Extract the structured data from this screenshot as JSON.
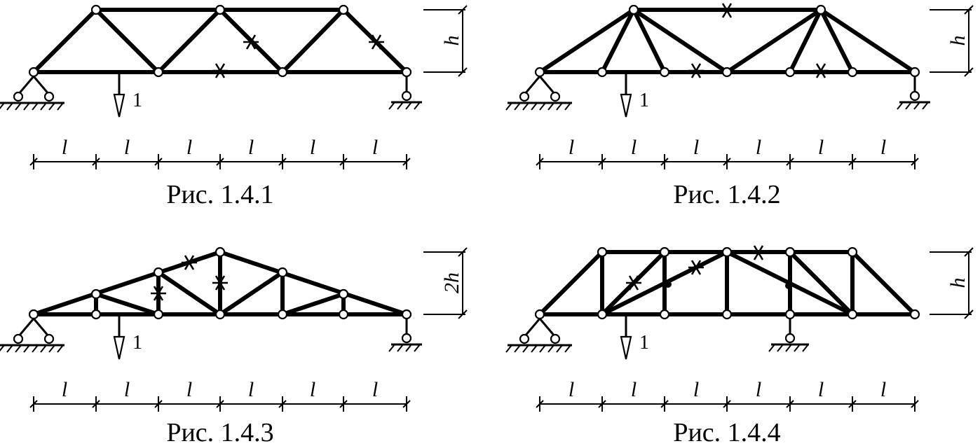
{
  "figures": [
    {
      "id": "fig1",
      "caption": "Рис. 1.4.1",
      "height_label": "h",
      "load_label": "1",
      "span_label": "l"
    },
    {
      "id": "fig2",
      "caption": "Рис. 1.4.2",
      "height_label": "h",
      "load_label": "1",
      "span_label": "l"
    },
    {
      "id": "fig3",
      "caption": "Рис. 1.4.3",
      "height_label": "2h",
      "load_label": "1",
      "span_label": "l"
    },
    {
      "id": "fig4",
      "caption": "Рис. 1.4.4",
      "height_label": "h",
      "load_label": "1",
      "span_label": "l"
    }
  ]
}
